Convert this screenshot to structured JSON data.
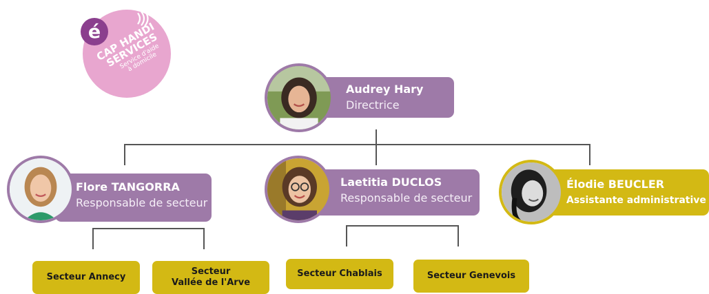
{
  "logo": {
    "line1": "CAP HANDI",
    "line2": "SERVICES",
    "line3": "Service d'aide",
    "line4": "à domicile",
    "colors": {
      "pink": "#e8a6cf",
      "badge": "#8b3f8e"
    }
  },
  "director": {
    "name": "Audrey Hary",
    "role": "Directrice"
  },
  "managers": [
    {
      "name": "Flore TANGORRA",
      "role": "Responsable de secteur"
    },
    {
      "name": "Laetitia DUCLOS",
      "role": "Responsable de secteur"
    }
  ],
  "assistant": {
    "name": "Élodie BEUCLER",
    "role": "Assistante administrative"
  },
  "sectors": [
    {
      "line1": "Secteur Annecy"
    },
    {
      "line1": "Secteur",
      "line2": "Vallée de l'Arve"
    },
    {
      "line1": "Secteur Chablais"
    },
    {
      "line1": "Secteur Genevois"
    }
  ],
  "colors": {
    "purple": "#9e7aa8",
    "yellow": "#d3b914",
    "connector": "#555555"
  }
}
